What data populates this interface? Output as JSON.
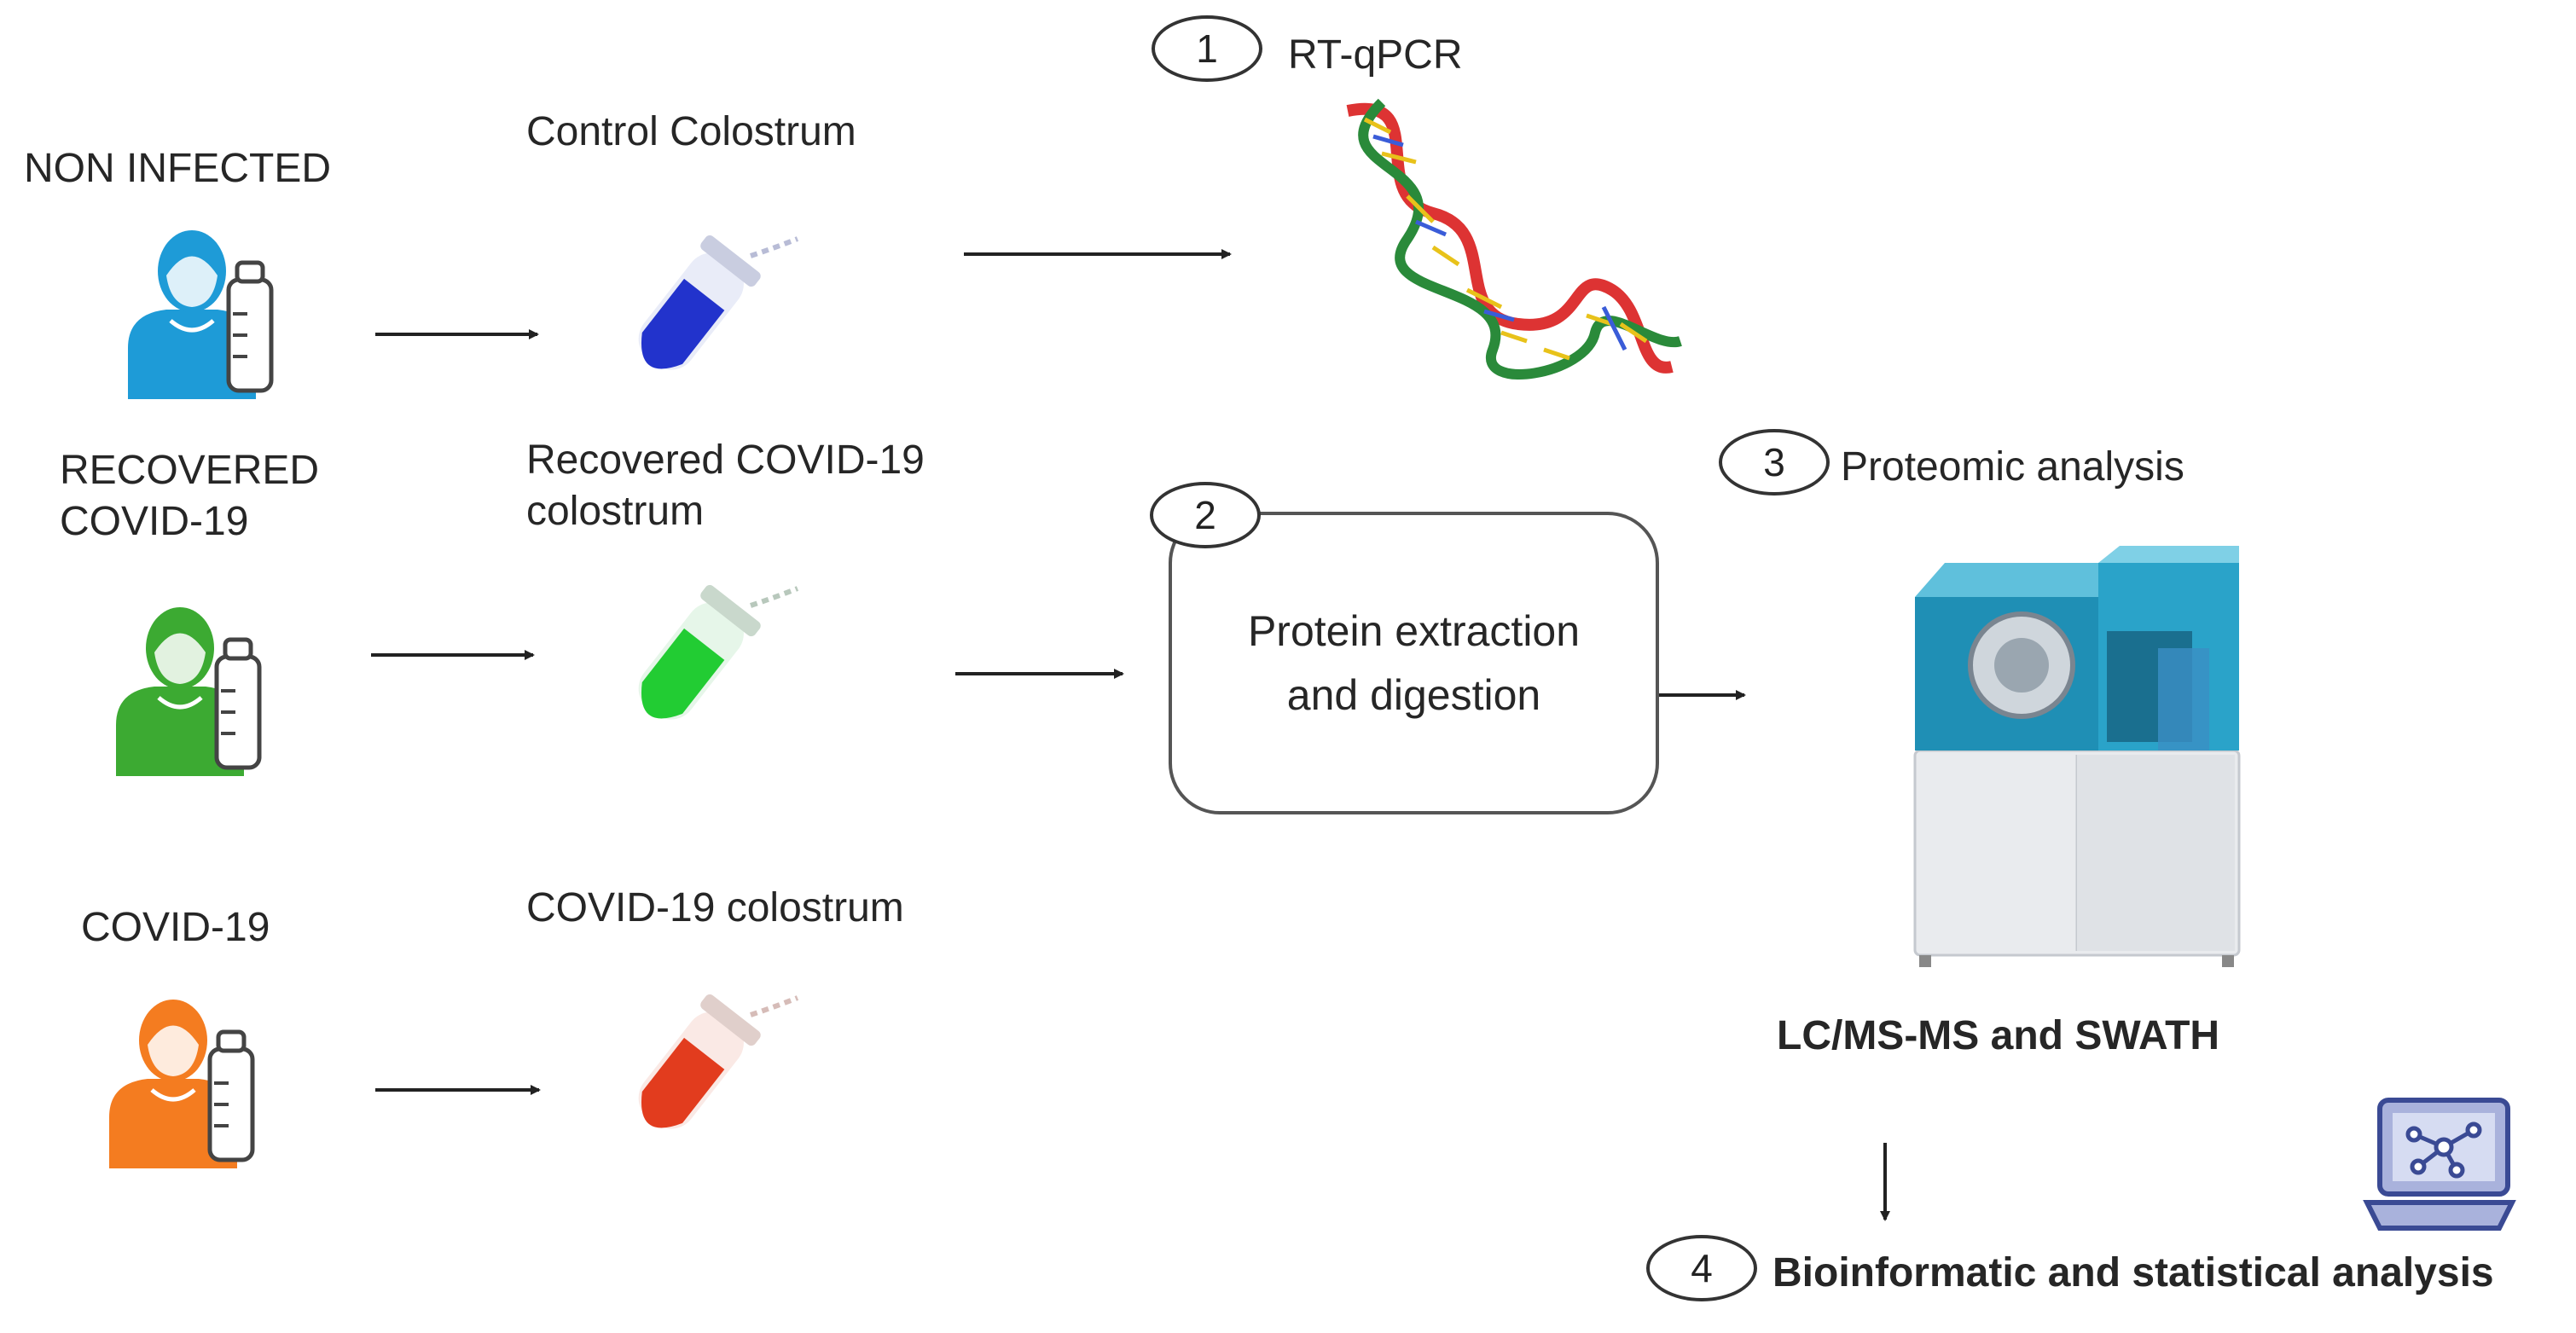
{
  "groups": [
    {
      "label": "NON INFECTED",
      "sample": "Control Colostrum",
      "color": "#1e9bd7"
    },
    {
      "label": "RECOVERED\nCOVID-19",
      "sample": "Recovered COVID-19\ncolostrum",
      "color": "#3caa32"
    },
    {
      "label": "COVID-19",
      "sample": "COVID-19 colostrum",
      "color": "#f47c20"
    }
  ],
  "tube_colors": {
    "control": "#2233cc",
    "recovered": "#22cc33",
    "covid": "#e23c1e"
  },
  "steps": [
    {
      "number": "1",
      "label": "RT-qPCR"
    },
    {
      "number": "2",
      "label": "Protein extraction\nand digestion"
    },
    {
      "number": "3",
      "label": "Proteomic analysis"
    },
    {
      "number": "4",
      "label": "Bioinformatic and statistical analysis"
    }
  ],
  "instrument_caption": "LC/MS-MS and SWATH",
  "icons": [
    "woman-with-bottle-icon",
    "test-tube-icon",
    "dna-helix-icon",
    "mass-spectrometer-icon",
    "computer-network-icon"
  ]
}
